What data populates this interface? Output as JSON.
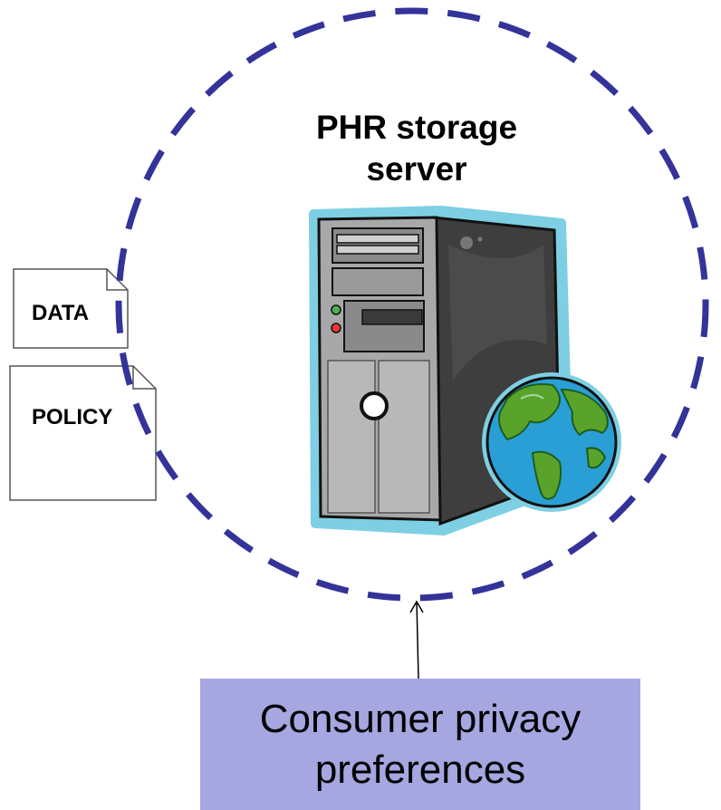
{
  "server": {
    "title_line1": "PHR storage",
    "title_line2": "server"
  },
  "documents": {
    "data_label": "DATA",
    "policy_label": "POLICY"
  },
  "preferences": {
    "line1": "Consumer privacy",
    "line2": "preferences"
  },
  "colors": {
    "circle_dash": "#33339a",
    "preferences_fill": "#a6a6e0",
    "server_outline": "#7ecfe3",
    "globe_ocean": "#2a9fd6",
    "globe_land": "#5aa32a"
  }
}
